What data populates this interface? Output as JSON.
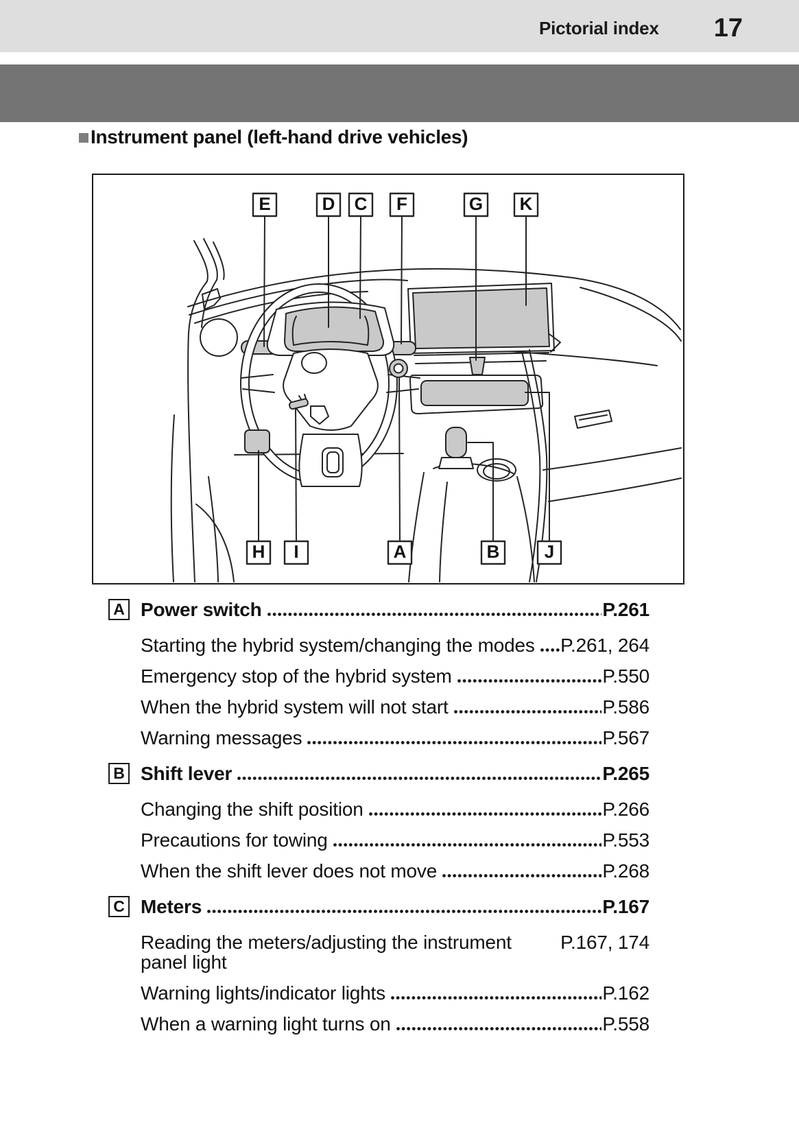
{
  "header": {
    "section_title": "Pictorial index",
    "page_number": "17"
  },
  "heading": {
    "title": "Instrument panel (left-hand drive vehicles)"
  },
  "figure": {
    "top_callouts": [
      "E",
      "D",
      "C",
      "F",
      "G",
      "K"
    ],
    "bottom_callouts": [
      "H",
      "I",
      "A",
      "B",
      "J"
    ]
  },
  "index": {
    "entries": [
      {
        "letter": "A",
        "title": "Power switch",
        "page": "P.261",
        "items": [
          {
            "label": "Starting the hybrid system/changing the modes",
            "page": "P.261, 264"
          },
          {
            "label": "Emergency stop of the hybrid system",
            "page": "P.550"
          },
          {
            "label": "When the hybrid system will not start",
            "page": "P.586"
          },
          {
            "label": "Warning messages",
            "page": "P.567"
          }
        ]
      },
      {
        "letter": "B",
        "title": "Shift lever",
        "page": "P.265",
        "items": [
          {
            "label": "Changing the shift position",
            "page": "P.266"
          },
          {
            "label": "Precautions for towing",
            "page": "P.553"
          },
          {
            "label": "When the shift lever does not move",
            "page": "P.268"
          }
        ]
      },
      {
        "letter": "C",
        "title": "Meters",
        "page": "P.167",
        "items": [
          {
            "label": "Reading the meters/adjusting the instrument panel light",
            "page": "P.167, 174"
          },
          {
            "label": "Warning lights/indicator lights",
            "page": "P.162"
          },
          {
            "label": "When a warning light turns on",
            "page": "P.558"
          }
        ]
      }
    ]
  },
  "colors": {
    "header_bg": "#dedede",
    "chapter_band": "#747474",
    "bullet": "#7f7f7f",
    "diagram_shade": "#c9c9c9",
    "line": "#242424",
    "text": "#121212"
  }
}
